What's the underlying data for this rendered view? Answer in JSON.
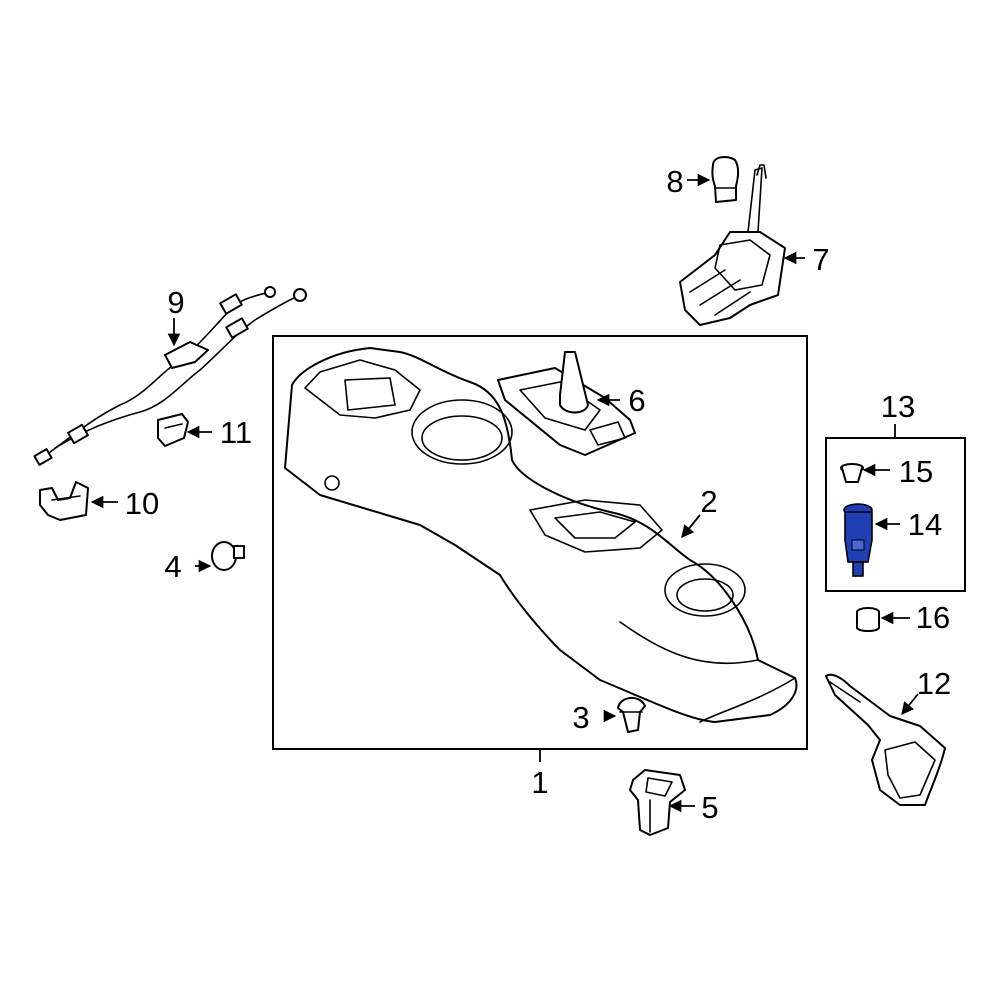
{
  "callouts": [
    {
      "id": "1",
      "text": "1"
    },
    {
      "id": "2",
      "text": "2"
    },
    {
      "id": "3",
      "text": "3"
    },
    {
      "id": "4",
      "text": "4"
    },
    {
      "id": "5",
      "text": "5"
    },
    {
      "id": "6",
      "text": "6"
    },
    {
      "id": "7",
      "text": "7"
    },
    {
      "id": "8",
      "text": "8"
    },
    {
      "id": "9",
      "text": "9"
    },
    {
      "id": "10",
      "text": "10"
    },
    {
      "id": "11",
      "text": "11"
    },
    {
      "id": "12",
      "text": "12"
    },
    {
      "id": "13",
      "text": "13"
    },
    {
      "id": "14",
      "text": "14"
    },
    {
      "id": "15",
      "text": "15"
    },
    {
      "id": "16",
      "text": "16"
    }
  ],
  "highlight": {
    "part": "14",
    "color": "#1f3fb5"
  },
  "colors": {
    "line": "#000000",
    "background": "#ffffff",
    "highlight": "#1f3fb5"
  }
}
